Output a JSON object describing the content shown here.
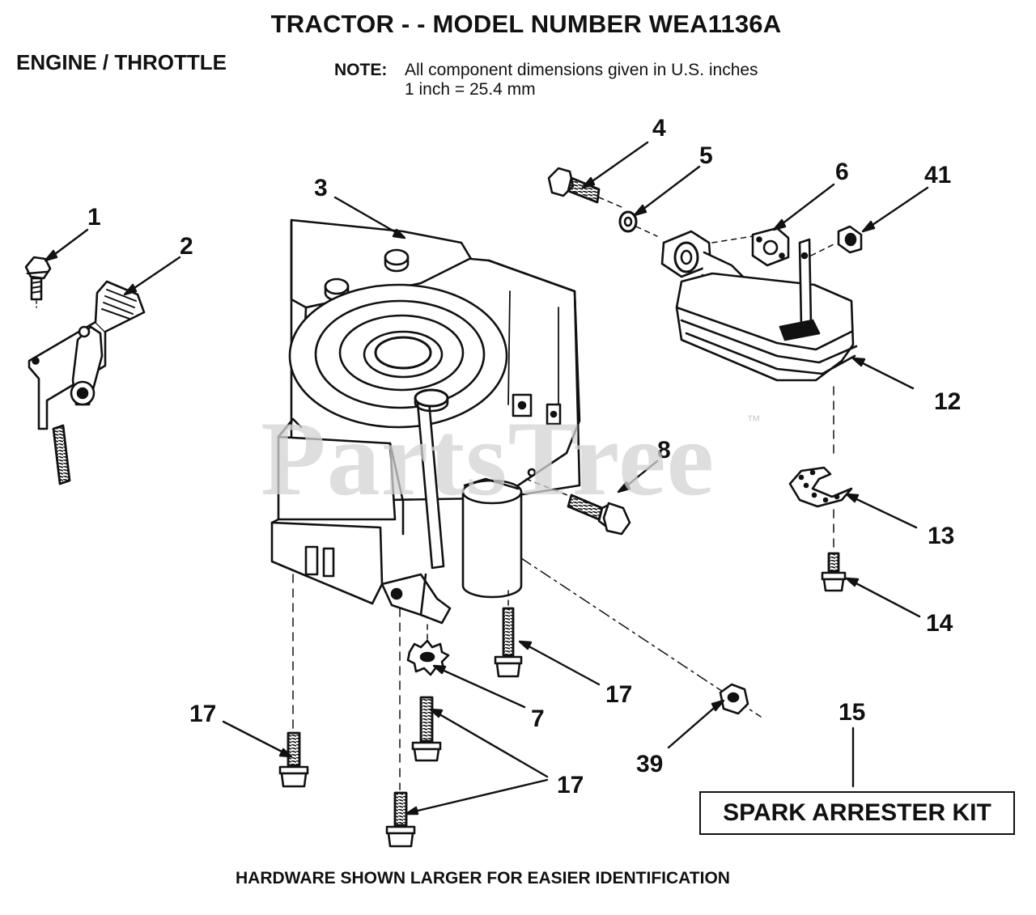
{
  "header": {
    "title": "TRACTOR - - MODEL NUMBER WEA1136A",
    "section": "ENGINE / THROTTLE",
    "note_label": "NOTE:",
    "note_line1": "All component dimensions given in U.S. inches",
    "note_line2": "1 inch = 25.4 mm"
  },
  "footer": "HARDWARE SHOWN LARGER FOR EASIER IDENTIFICATION",
  "kit": {
    "number": "15",
    "label": "SPARK ARRESTER KIT"
  },
  "watermark": {
    "text": "PartsTree",
    "tm": "™"
  },
  "callouts": [
    "1",
    "2",
    "3",
    "4",
    "5",
    "6",
    "41",
    "12",
    "8",
    "13",
    "14",
    "17",
    "7",
    "17",
    "39",
    "15",
    "17",
    "17"
  ],
  "parts": [
    {
      "id": "1",
      "name": "bolt-small"
    },
    {
      "id": "2",
      "name": "throttle-control"
    },
    {
      "id": "3",
      "name": "engine"
    },
    {
      "id": "4",
      "name": "bolt"
    },
    {
      "id": "5",
      "name": "lock-washer"
    },
    {
      "id": "6",
      "name": "gasket"
    },
    {
      "id": "41",
      "name": "nut"
    },
    {
      "id": "12",
      "name": "muffler"
    },
    {
      "id": "8",
      "name": "bolt"
    },
    {
      "id": "13",
      "name": "spark-arrester-screen"
    },
    {
      "id": "14",
      "name": "screw"
    },
    {
      "id": "17",
      "name": "bolt"
    },
    {
      "id": "7",
      "name": "washer"
    },
    {
      "id": "39",
      "name": "nut"
    }
  ]
}
